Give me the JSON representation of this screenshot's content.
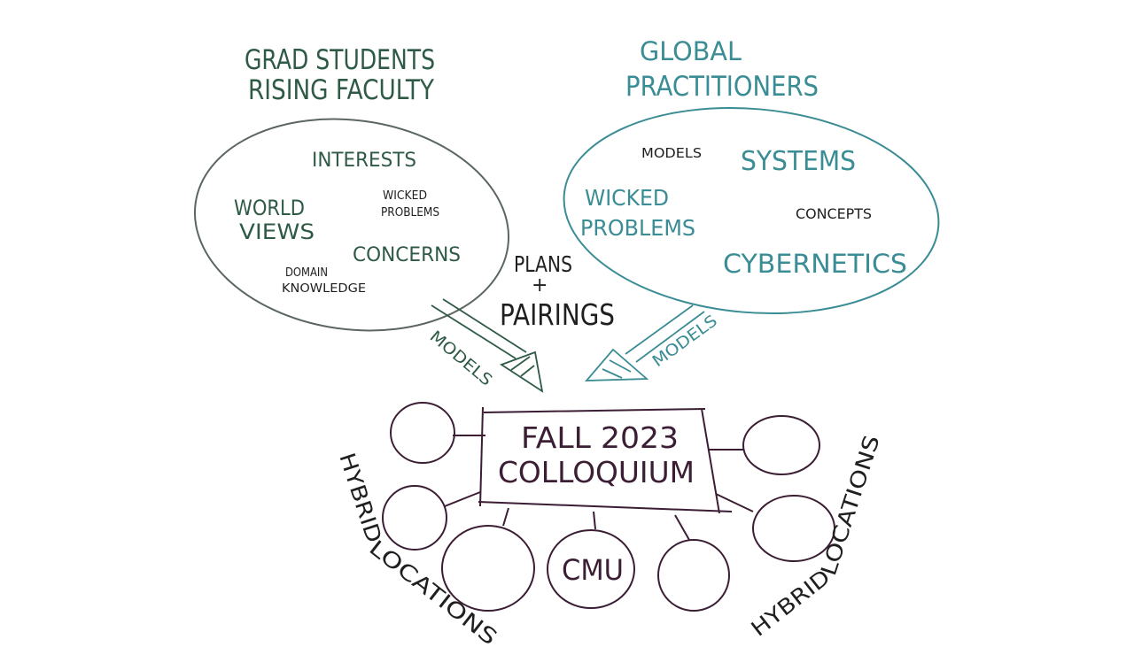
{
  "colors": {
    "green": "#2f5b46",
    "gray": "#5b6661",
    "teal": "#3a8c95",
    "purple": "#3b1d34",
    "black": "#1f1f1f"
  },
  "left_group": {
    "heading_line1": "GRAD STUDENTS",
    "heading_line2": "RISING FACULTY",
    "items": {
      "interests": "INTERESTS",
      "wicked_line1": "WICKED",
      "wicked_line2": "PROBLEMS",
      "world_line1": "WORLD",
      "world_line2": "VIEWS",
      "concerns": "CONCERNS",
      "domain_line1": "DOMAIN",
      "domain_line2": "KNOWLEDGE"
    },
    "arrow_label": "MODELS"
  },
  "right_group": {
    "heading_line1": "GLOBAL",
    "heading_line2": "PRACTITIONERS",
    "items": {
      "models": "MODELS",
      "systems": "SYSTEMS",
      "wicked_line1": "WICKED",
      "wicked_line2": "PROBLEMS",
      "concepts": "CONCEPTS",
      "cybernetics": "CYBERNETICS"
    },
    "arrow_label": "MODELS"
  },
  "middle_note": {
    "line1": "PLANS",
    "plus": "+",
    "line2": "PAIRINGS"
  },
  "center": {
    "line1": "FALL 2023",
    "line2": "COLLOQUIUM"
  },
  "cmu_label": "CMU",
  "hybrid_left": {
    "line1": "HYBRID",
    "line2": "LOCATIONS"
  },
  "hybrid_right": {
    "line1": "HYBRID",
    "line2": "LOCATIONS"
  }
}
